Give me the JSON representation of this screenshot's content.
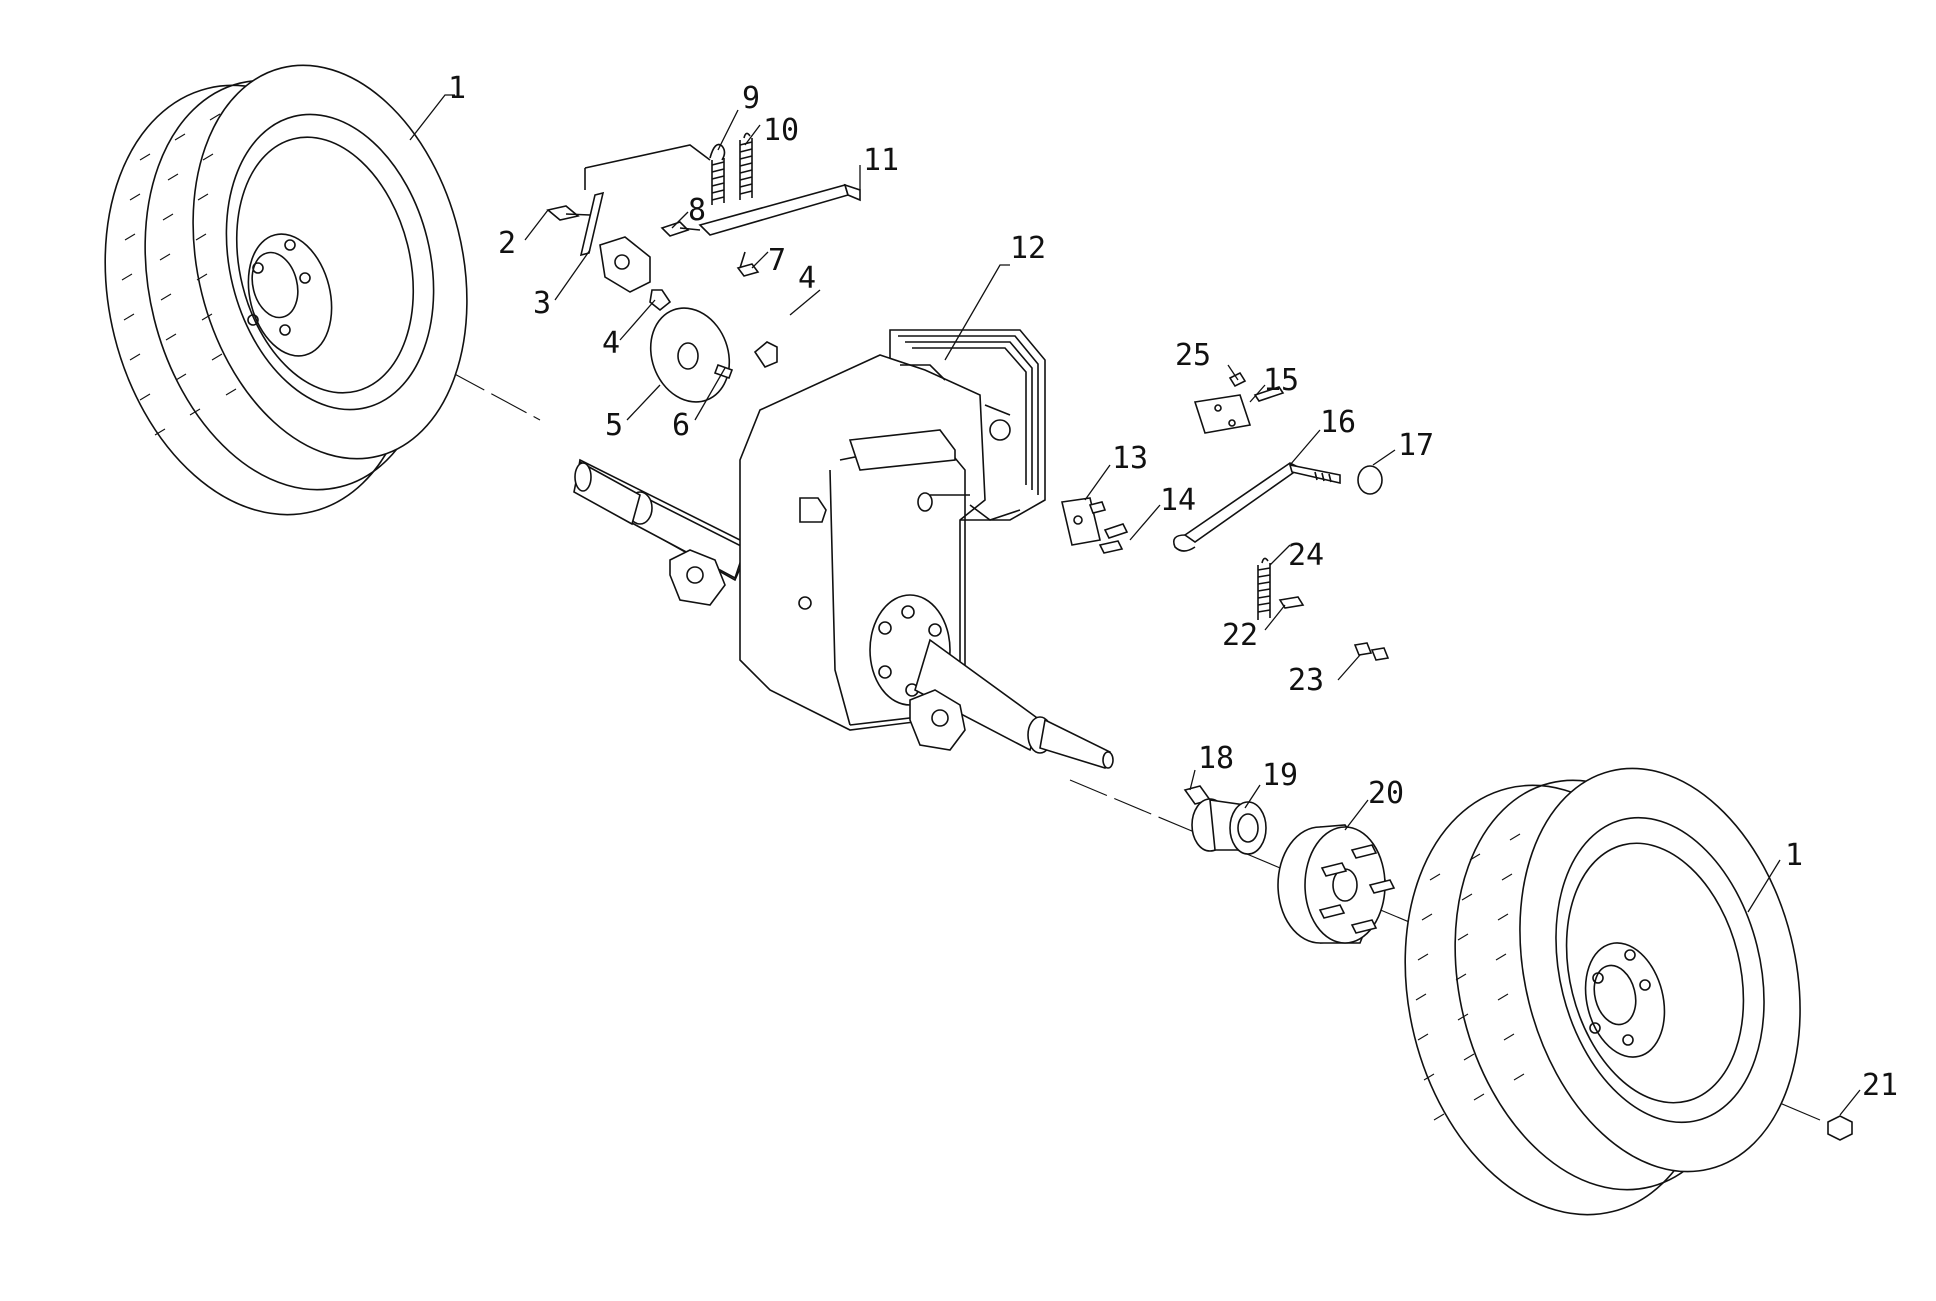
{
  "diagram": {
    "callouts": [
      {
        "id": "c1a",
        "text": "1"
      },
      {
        "id": "c1b",
        "text": "1"
      },
      {
        "id": "c2",
        "text": "2"
      },
      {
        "id": "c3",
        "text": "3"
      },
      {
        "id": "c4a",
        "text": "4"
      },
      {
        "id": "c4b",
        "text": "4"
      },
      {
        "id": "c5",
        "text": "5"
      },
      {
        "id": "c6",
        "text": "6"
      },
      {
        "id": "c7",
        "text": "7"
      },
      {
        "id": "c8",
        "text": "8"
      },
      {
        "id": "c9",
        "text": "9"
      },
      {
        "id": "c10",
        "text": "10"
      },
      {
        "id": "c11",
        "text": "11"
      },
      {
        "id": "c12",
        "text": "12"
      },
      {
        "id": "c13",
        "text": "13"
      },
      {
        "id": "c14",
        "text": "14"
      },
      {
        "id": "c15",
        "text": "15"
      },
      {
        "id": "c16",
        "text": "16"
      },
      {
        "id": "c17",
        "text": "17"
      },
      {
        "id": "c18",
        "text": "18"
      },
      {
        "id": "c19",
        "text": "19"
      },
      {
        "id": "c20",
        "text": "20"
      },
      {
        "id": "c21",
        "text": "21"
      },
      {
        "id": "c22",
        "text": "22"
      },
      {
        "id": "c23",
        "text": "23"
      },
      {
        "id": "c24",
        "text": "24"
      },
      {
        "id": "c25",
        "text": "25"
      }
    ]
  }
}
